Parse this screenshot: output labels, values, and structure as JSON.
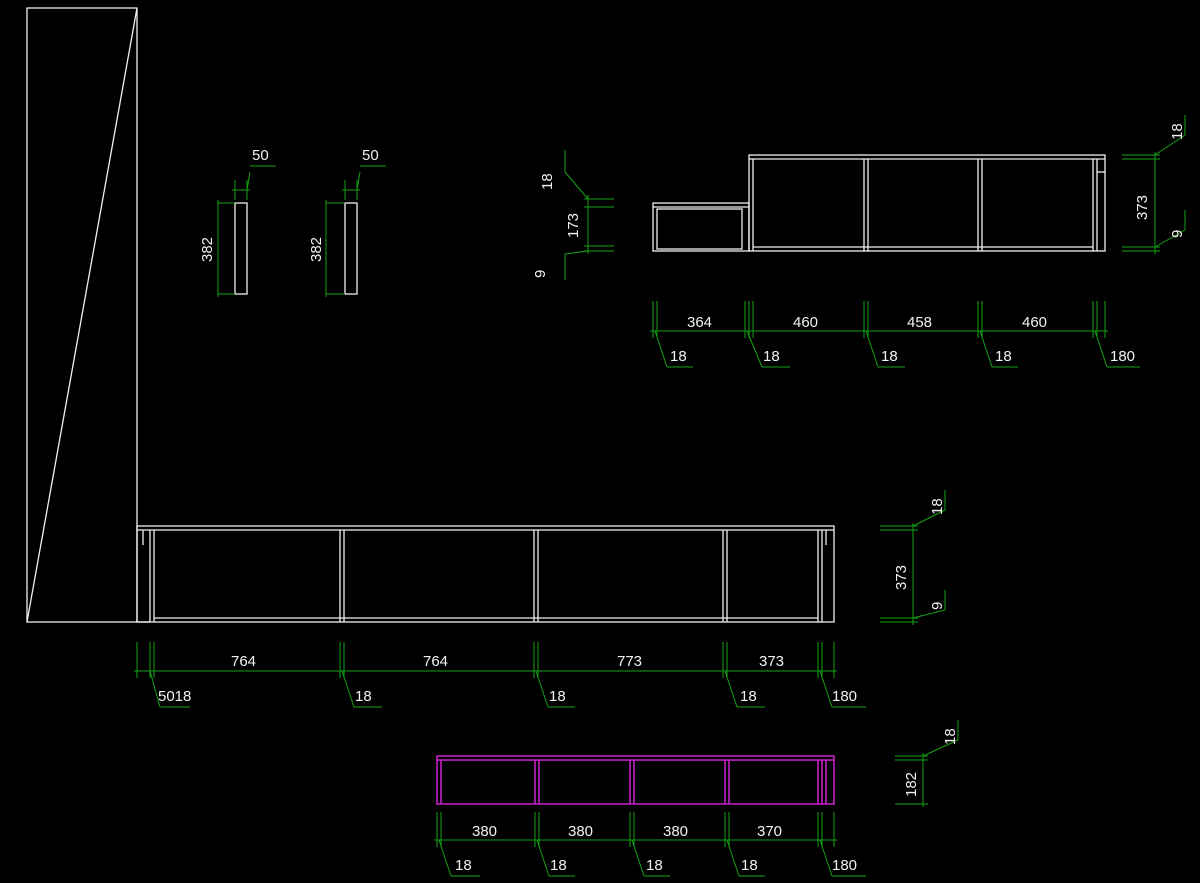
{
  "colors": {
    "background": "#000000",
    "outline": "#f0f0f0",
    "dimension": "#13a213",
    "highlight": "#d020d0"
  },
  "panels": {
    "left": {
      "width": "50",
      "height": "382"
    },
    "right": {
      "width": "50",
      "height": "382"
    }
  },
  "upper_unit": {
    "heights": {
      "small_top": "18",
      "small_body": "173",
      "small_bottom": "9",
      "tall_top": "18",
      "tall_body": "373",
      "tall_bottom": "9"
    },
    "widths": [
      "364",
      "460",
      "458",
      "460"
    ],
    "thick": [
      "18",
      "18",
      "18",
      "18",
      "18",
      "18",
      "18",
      "0"
    ],
    "thick_labels": [
      "18",
      "18",
      "18",
      "18",
      "180"
    ]
  },
  "lower_unit": {
    "heights": {
      "top": "18",
      "body": "373",
      "bottom": "9"
    },
    "widths": [
      "764",
      "764",
      "773",
      "373"
    ],
    "thick_labels": [
      "5018",
      "18",
      "18",
      "18",
      "180"
    ]
  },
  "shelf_unit": {
    "heights": {
      "top": "18",
      "body": "182"
    },
    "widths": [
      "380",
      "380",
      "380",
      "370"
    ],
    "thick_labels": [
      "18",
      "18",
      "18",
      "18",
      "180"
    ]
  }
}
